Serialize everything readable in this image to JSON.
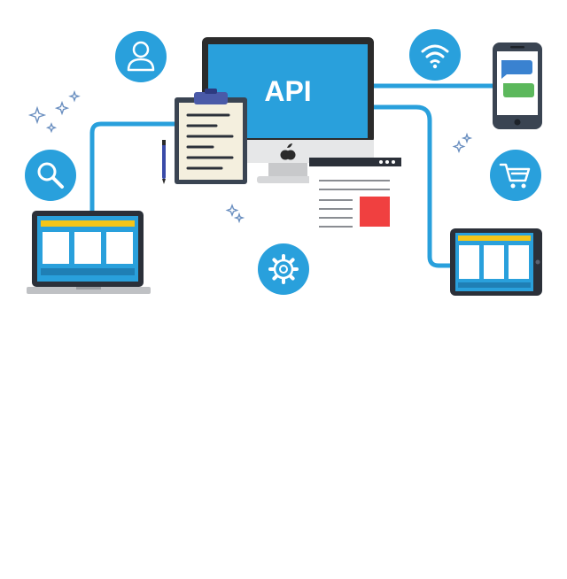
{
  "monitor": {
    "label": "API",
    "screen_color": "#29a0dc",
    "frame_color": "#2b2b2b"
  },
  "colors": {
    "accent_blue": "#29a0dc",
    "dark": "#2b3039",
    "yellow": "#f5c518",
    "red": "#f04040",
    "paper": "#f4efde",
    "green": "#5cb85c",
    "sparkle": "#6a8fc0"
  },
  "icons": [
    "user-icon",
    "wifi-icon",
    "search-icon",
    "shopping-cart-icon",
    "gear-icon",
    "apple-logo-icon"
  ],
  "devices": [
    "desktop-monitor",
    "laptop",
    "smartphone",
    "tablet",
    "clipboard-document",
    "web-page-document"
  ]
}
